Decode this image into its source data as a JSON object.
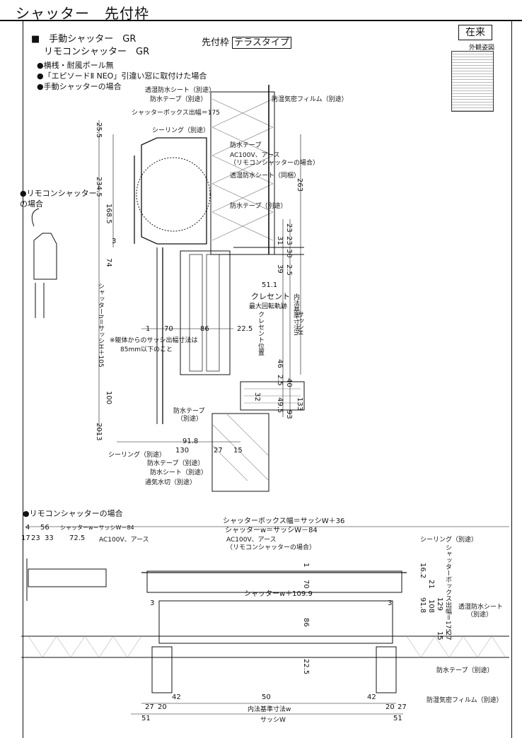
{
  "header": {
    "title": "シャッター　先付枠",
    "badge": "在来",
    "thumb_caption": "外観姿図"
  },
  "frame_type": {
    "label": "先付枠",
    "value": "テラスタイプ"
  },
  "spec": {
    "line1": "■　手動シャッター　GR",
    "line2": "リモコンシャッター　GR",
    "bullets": [
      "●横桟・耐風ポール無",
      "●「エピソードⅡ NEO」引違い窓に取付けた場合",
      "●手動シャッターの場合"
    ]
  },
  "remote_case_left": "●リモコンシャッター\nの場合",
  "remote_case_bottom": "●リモコンシャッターの場合",
  "callouts": {
    "c1": "透湿防水シート（別途）",
    "c2": "防水テープ（別途）",
    "c3": "防湿気密フィルム（別途）",
    "c4": "シャッターボックス出幅＝175",
    "c5": "シーリング（別途）",
    "c6": "防水テープ",
    "c7": "AC100V、アース",
    "c8": "（リモコンシャッターの場合）",
    "c9": "透湿防水シート（同梱）",
    "c10": "防水テープ（別途）",
    "c11": "クレセント",
    "c12": "最大回転軌跡",
    "c13": "内法基準寸法h",
    "c14": "サッシH",
    "c15": "クレセント位置",
    "c16": "※躯体からのサッシ出幅寸法は",
    "c17": "85mm以下のこと",
    "c18": "シャッターh＝サッシH＋105",
    "c19": "防水テープ",
    "c20": "（別途）",
    "c21": "シーリング（別途）",
    "c22": "防水テープ（別途）",
    "c23": "防水シート（別途）",
    "c24": "通気水切（別途）"
  },
  "vertical_dims": {
    "d1": "25.5",
    "d2": "234.5",
    "d3": "168.5",
    "d4": "3",
    "d5": "74",
    "d6": "100",
    "d7": "2013",
    "d8": "263",
    "d9": "23",
    "d10": "31",
    "d11": "23",
    "d12": "30",
    "d13": "39",
    "d14": "2.5",
    "d15": "51.1",
    "d16": "46",
    "d17": "2.5",
    "d18": "40",
    "d19": "32",
    "d20": "49.5",
    "d21": "133",
    "d22": "93"
  },
  "horizontal_dims": {
    "h1": "1",
    "h2": "70",
    "h3": "86",
    "h4": "22.5",
    "h5": "91.8",
    "h6": "130",
    "h7": "27",
    "h8": "15"
  },
  "plan": {
    "top1": "シャッターボックス幅＝サッシW＋36",
    "top2": "シャッターw＝サッシW－84",
    "top3": "シャッターw＝サッシW－84",
    "n4": "4",
    "n56": "56",
    "n17": "17",
    "n23": "23",
    "n33": "33",
    "n725": "72.5",
    "ac": "AC100V、アース",
    "ac2": "AC100V、アース",
    "ac3": "（リモコンシャッターの場合）",
    "seal": "シーリング（別途）",
    "box175": "シャッターボックス出幅＝175",
    "sw109": "シャッターw＋109.9",
    "sheet": "透湿防水シート",
    "sheet2": "（別途）",
    "tape": "防水テープ（別途）",
    "film": "防湿気密フィルム（別途）",
    "r162": "16.2",
    "r21": "21",
    "r918": "91.8",
    "r108": "108",
    "r129": "129",
    "r15": "15",
    "r27": "27",
    "v1": "1",
    "v70": "70",
    "v86": "86",
    "v3": "3",
    "v3b": "3",
    "v225": "22.5",
    "b42": "42",
    "b50": "50",
    "b42b": "42",
    "b27": "27",
    "b20": "20",
    "b20b": "20",
    "b27b": "27",
    "b51": "51",
    "b51b": "51",
    "inner": "内法基準寸法w",
    "sash": "サッシW"
  }
}
